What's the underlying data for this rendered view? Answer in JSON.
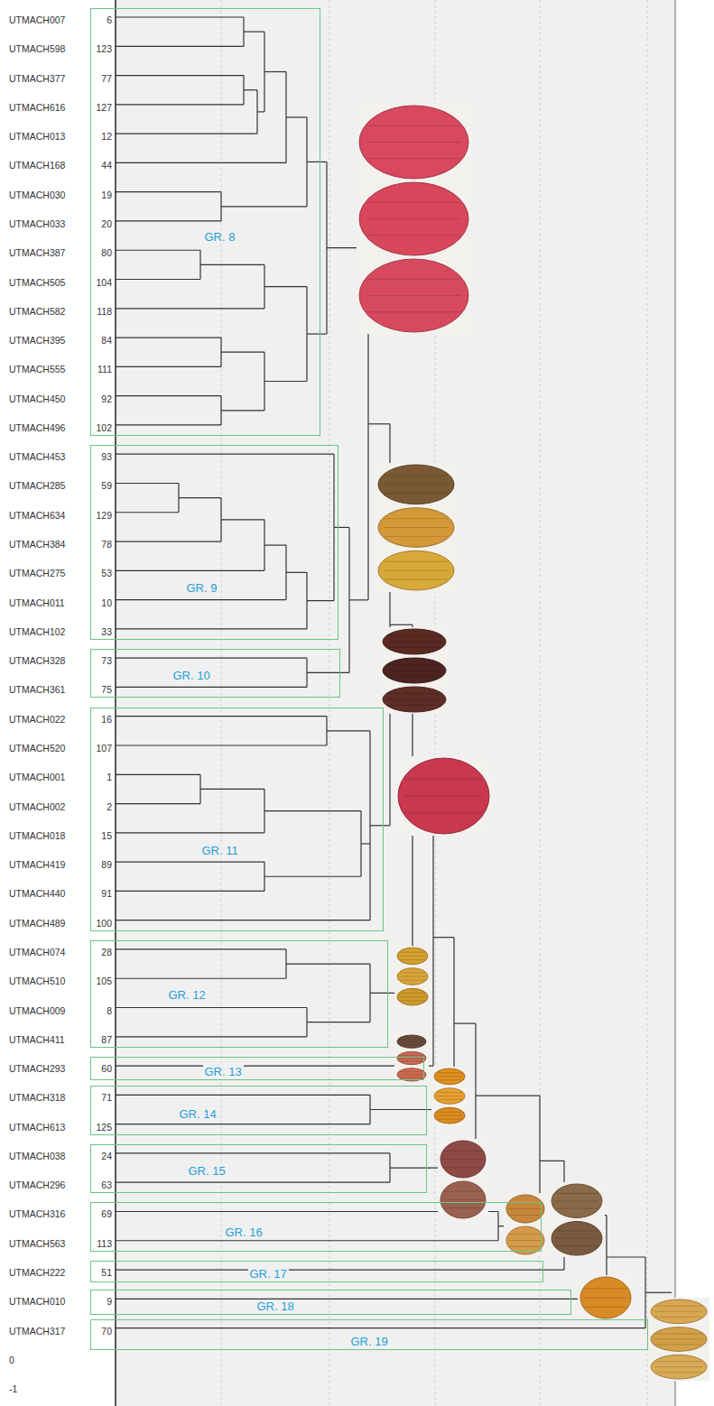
{
  "diagram": {
    "nodes": [
      {
        "text": [
          "GR. 8"
        ]
      },
      {
        "text": [
          "GR. 9"
        ]
      },
      {
        "text": [
          "GR. 10"
        ]
      },
      {
        "text": [
          "GR. 11"
        ]
      },
      {
        "text": [
          "GR. 12"
        ]
      },
      {
        "text": [
          "GR. 13"
        ]
      },
      {
        "text": [
          "GR. 14"
        ]
      },
      {
        "text": [
          "GR. 15"
        ]
      },
      {
        "text": [
          "GR. 16"
        ]
      },
      {
        "text": [
          "GR. 17"
        ]
      },
      {
        "text": [
          "GR. 18"
        ]
      },
      {
        "text": [
          "GR. 19"
        ]
      }
    ],
    "labels": [
      "UTMACH007",
      "6",
      "UTMACH598",
      "123",
      "UTMACH377",
      "77",
      "UTMACH616",
      "127",
      "UTMACH013",
      "12",
      "UTMACH168",
      "44",
      "UTMACH030",
      "19",
      "UTMACH033",
      "20",
      "UTMACH387",
      "80",
      "UTMACH505",
      "104",
      "UTMACH582",
      "118",
      "UTMACH395",
      "84",
      "UTMACH555",
      "111",
      "UTMACH450",
      "92",
      "UTMACH496",
      "102",
      "UTMACH453",
      "93",
      "UTMACH285",
      "59",
      "UTMACH634",
      "129",
      "UTMACH384",
      "78",
      "UTMACH275",
      "53",
      "UTMACH011",
      "10",
      "UTMACH102",
      "33",
      "UTMACH328",
      "73",
      "UTMACH361",
      "75",
      "UTMACH022",
      "16",
      "UTMACH520",
      "107",
      "UTMACH001",
      "1",
      "UTMACH002",
      "2",
      "UTMACH018",
      "15",
      "UTMACH419",
      "89",
      "UTMACH440",
      "91",
      "UTMACH489",
      "100",
      "UTMACH074",
      "28",
      "UTMACH510",
      "105",
      "UTMACH009",
      "8",
      "UTMACH411",
      "87",
      "UTMACH293",
      "60",
      "UTMACH318",
      "71",
      "UTMACH613",
      "125",
      "UTMACH038",
      "24",
      "UTMACH296",
      "63",
      "UTMACH316",
      "69",
      "UTMACH563",
      "113",
      "UTMACH222",
      "51",
      "UTMACH010",
      "9",
      "UTMACH317",
      "70",
      "0",
      "-1"
    ]
  }
}
